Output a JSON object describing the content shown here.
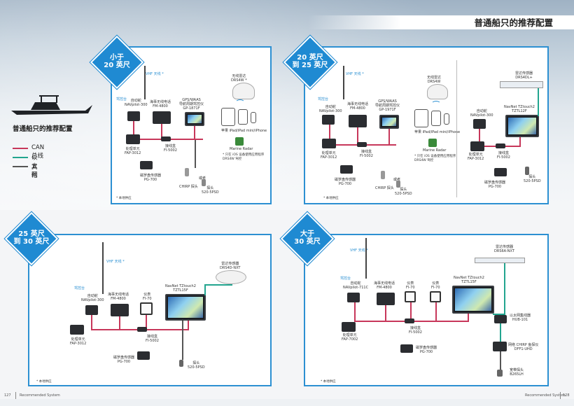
{
  "page_title": "普通船只的推荐配置",
  "left_title": "普通船只的推荐配置",
  "legend": [
    {
      "label": "CAN 总线",
      "color": "#c7375a"
    },
    {
      "label": "以太网",
      "color": "#22a58f"
    },
    {
      "label": "其他",
      "color": "#555555"
    }
  ],
  "footer": {
    "left_page": "127",
    "left_label": "Recommended System",
    "right_label": "Recommended System",
    "right_page": "128"
  },
  "p1": {
    "badge": [
      "小于",
      "20 英尺"
    ],
    "vhf": "VHF 天线 *",
    "wheelhouse": "驾控台",
    "autopilot": [
      "自动舵",
      "NAVpilot-300"
    ],
    "vhf_radio": [
      "海事无线电话",
      "FM-4800"
    ],
    "gps": [
      "GPS/WAAS",
      "导航周期驾控仪",
      "GP-1871F"
    ],
    "radar": [
      "无线雷达",
      "DRS4W *"
    ],
    "tablets": "苹果 iPad/iPad mini/iPhone",
    "app": "Marine Radar",
    "app_note": [
      "* 只在 iOS 设备使用应用程序",
      "DRS4W 驾控"
    ],
    "processor": [
      "处理单元",
      "FAP-3012"
    ],
    "junction": [
      "接线盒",
      "FI-5002"
    ],
    "heading": [
      "磁罗盘传感器",
      "PG-700"
    ],
    "transducer_chirp": "CHIRP 探头",
    "or": "或者",
    "transducer": [
      "探头",
      "520-5PSD"
    ],
    "note": "* 本地供应"
  },
  "p2": {
    "badge": [
      "20 英尺",
      "到 25 英尺"
    ],
    "vhf": "VHF 天线 *",
    "wheelhouse": "驾控台",
    "autopilot": [
      "自动舵",
      "NAVpilot-300"
    ],
    "vhf_radio": [
      "海事无线电话",
      "FM-4800"
    ],
    "gps": [
      "GPS/WAAS",
      "导航周期驾控仪",
      "GP-1971F"
    ],
    "radar": [
      "无线雷达",
      "DRS4W"
    ],
    "tablets": "苹果 iPad/iPad mini/iPhone",
    "app": "Marine Radar",
    "app_note": [
      "* 只在 iOS 设备使用应用程序",
      "DRS4W 驾控"
    ],
    "processor": [
      "处理单元",
      "FAP-3012"
    ],
    "junction": [
      "接线盒",
      "FI-5002"
    ],
    "heading": [
      "磁罗盘传感器",
      "PG-700"
    ],
    "transducer_chirp": "CHIRP 探头",
    "or": "或者",
    "transducer": [
      "探头",
      "520-5PSD"
    ],
    "note": "* 本地供应",
    "r_radar": [
      "雷达传感器",
      "DRS4DL+"
    ],
    "r_autopilot": [
      "自动舵",
      "NAVpilot-300"
    ],
    "r_mfd": [
      "NavNet TZtouch2",
      "TZTL12F"
    ],
    "r_processor": [
      "处理单元",
      "FAP-3012"
    ],
    "r_junction": [
      "接线盒",
      "FI-5002"
    ],
    "r_heading": [
      "磁罗盘传感器",
      "PG-700"
    ],
    "r_transducer": [
      "探头",
      "520-5PSD"
    ]
  },
  "p3": {
    "badge": [
      "25 英尺",
      "到 30 英尺"
    ],
    "vhf": "VHF 天线 *",
    "wheelhouse": "驾控台",
    "autopilot": [
      "自动舵",
      "NAVpilot-300"
    ],
    "vhf_radio": [
      "海事无线电话",
      "FM-4800"
    ],
    "instrument": [
      "仪表",
      "FI-70"
    ],
    "mfd": [
      "NavNet TZtouch2",
      "TZTL15F"
    ],
    "radar": [
      "雷达传感器",
      "DRS4D-NXT"
    ],
    "processor": [
      "处理单元",
      "FAP-3012"
    ],
    "junction": [
      "接线盒",
      "FI-5002"
    ],
    "heading": [
      "磁罗盘传感器",
      "PG-700"
    ],
    "transducer": [
      "探头",
      "520-5PSD"
    ],
    "note": "* 本地供应"
  },
  "p4": {
    "badge": [
      "大于",
      "30 英尺"
    ],
    "vhf": "VHF 天线 *",
    "wheelhouse": "驾控台",
    "autopilot": [
      "自动舵",
      "NAVpilot-711C"
    ],
    "vhf_radio": [
      "海事无线电话",
      "FM-4800"
    ],
    "instrument1": [
      "仪表",
      "FI-70"
    ],
    "instrument2": [
      "仪表",
      "FI-70"
    ],
    "mfd": [
      "NavNet TZtouch2",
      "TZTL15F"
    ],
    "radar": [
      "雷达传感器",
      "DRS6A-NXT"
    ],
    "processor": [
      "处理单元",
      "FAP-7002"
    ],
    "junction": [
      "接线盒",
      "FI-5002"
    ],
    "heading": [
      "磁罗盘传感器",
      "PG-700"
    ],
    "hub": [
      "以太网集线器",
      "HUB-101"
    ],
    "fish": [
      "网络 CHIRP 鱼探仪",
      "DFF1-UHD"
    ],
    "transducer": [
      "宽带探头",
      "B265LH"
    ],
    "note": "* 本地供应"
  }
}
